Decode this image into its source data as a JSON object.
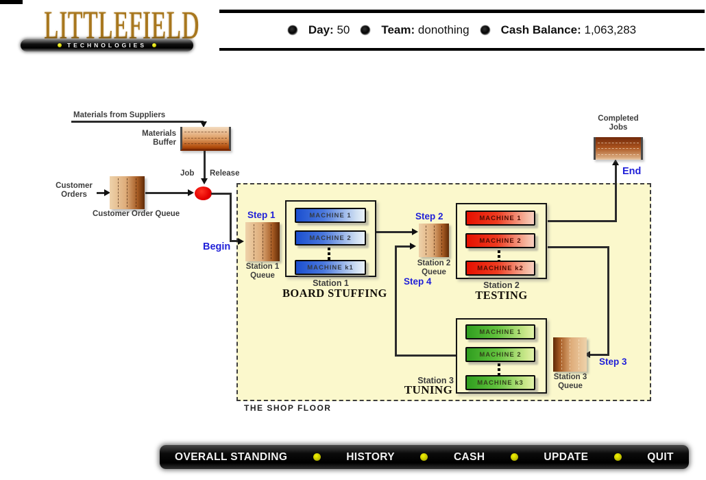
{
  "header": {
    "logo": {
      "title": "LITTLEFIELD",
      "subtitle": "TECHNOLOGIES"
    },
    "stats": [
      {
        "label": "Day:",
        "value": "50"
      },
      {
        "label": "Team:",
        "value": "donothing"
      },
      {
        "label": "Cash Balance:",
        "value": "1,063,283"
      }
    ]
  },
  "diagram": {
    "labels": {
      "materials_from_suppliers": "Materials from Suppliers",
      "materials_buffer": "Materials\nBuffer",
      "job": "Job",
      "release": "Release",
      "customer_orders": "Customer\nOrders",
      "customer_order_queue": "Customer Order Queue",
      "completed_jobs": "Completed\nJobs",
      "begin": "Begin",
      "end": "End",
      "step1": "Step 1",
      "step2": "Step 2",
      "step3": "Step 3",
      "step4": "Step 4",
      "station1_queue": "Station 1\nQueue",
      "station2_queue": "Station 2\nQueue",
      "station3_queue": "Station 3\nQueue",
      "shop_floor": "THE SHOP FLOOR"
    },
    "stations": [
      {
        "name": "Station 1",
        "process": "BOARD STUFFING",
        "machines": [
          "MACHINE 1",
          "MACHINE 2",
          "MACHINE k1"
        ]
      },
      {
        "name": "Station 2",
        "process": "TESTING",
        "machines": [
          "MACHINE 1",
          "MACHINE 2",
          "MACHINE k2"
        ]
      },
      {
        "name": "Station 3",
        "process": "TUNING",
        "machines": [
          "MACHINE 1",
          "MACHINE 2",
          "MACHINE k3"
        ]
      }
    ]
  },
  "nav": {
    "items": [
      "OVERALL STANDING",
      "HISTORY",
      "CASH",
      "UPDATE",
      "QUIT"
    ]
  },
  "colors": {
    "accent_blue": "#1f1fd8",
    "label_gray": "#3d3d3d",
    "floor_background": "#fbf8cc",
    "machine_blue": "#1b4fd0",
    "machine_red": "#e51000",
    "machine_green": "#2f9e1f",
    "queue_brown_light": "#eed2aa",
    "queue_brown_dark": "#5f2a06",
    "job_release_red": "#e30000",
    "nav_dot_yellow": "#d8d800",
    "logo_gold": "#a8771e"
  }
}
